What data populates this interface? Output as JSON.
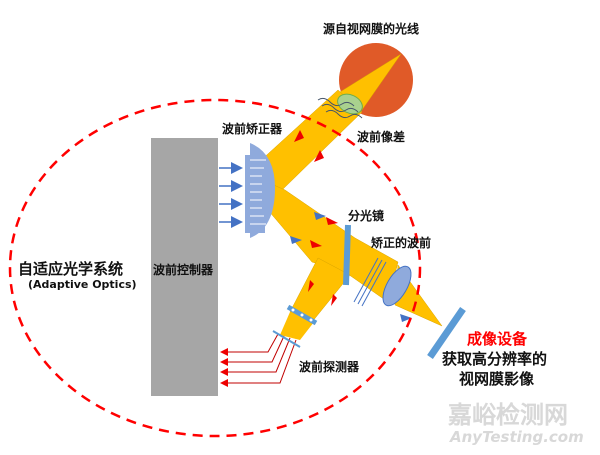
{
  "labels": {
    "light_from_retina": "源自视网膜的光线",
    "wavefront_aberration": "波前像差",
    "wavefront_corrector": "波前矫正器",
    "beam_splitter": "分光镜",
    "corrected_wavefront": "矫正的波前",
    "wavefront_controller": "波前控制器",
    "wavefront_sensor": "波前探测器",
    "system_title": "自适应光学系统",
    "system_subtitle": "(Adaptive Optics)",
    "imaging_device": "成像设备",
    "imaging_desc_1": "获取高分辨率的",
    "imaging_desc_2": "视网膜影像"
  },
  "watermark": {
    "cn": "嘉峪检测网",
    "en": "AnyTesting.com"
  },
  "colors": {
    "beam": "#FFC000",
    "eye": "#E05A28",
    "dash": "#FF0000",
    "optics": "#5B9BD5",
    "controller": "#A6A6A6"
  }
}
